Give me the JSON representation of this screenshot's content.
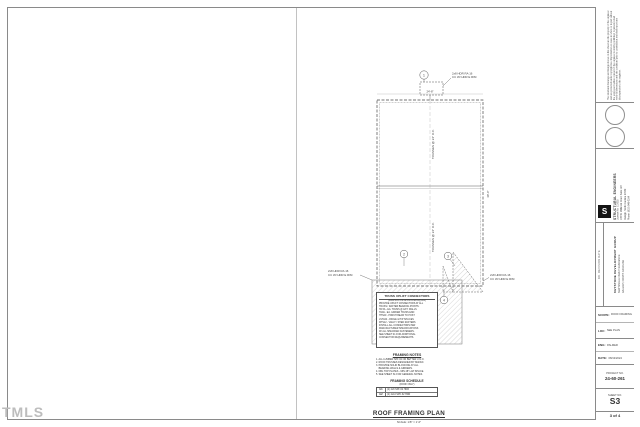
{
  "watermark": "TMLS",
  "drawing": {
    "markers": [
      "1",
      "2",
      "3",
      "4"
    ],
    "dims": {
      "top": "24'-8\"",
      "right": "38'-0\""
    },
    "labels": {
      "upper": "TRUSSES @ 24\" O.C.",
      "lower": "TRUSSES @ 24\" O.C."
    },
    "note_top": {
      "l1": "2x8 HDR RA 16",
      "l2": "CC W/ HDR E RIM"
    },
    "note_left": {
      "l1": "2x8 HDR RA 16",
      "l2": "CC W/ HDR E RIM"
    },
    "note_right": {
      "l1": "2x8 HDR RA 16",
      "l2": "CC W/ HDR E RIM"
    }
  },
  "notes": {
    "truss": {
      "title": "TRUSS UPLIFT CONNECTORS",
      "subtitle": "(SIMPSON OR APPROVED EQUAL)",
      "lines": [
        "PROVIDE UPLIFT CONNECTORS AT ALL",
        "TRUSS / RAFTER BEARING POINTS:",
        "H2.5A - EA. TRUSS @ EXT. WALLS",
        "H10A - EA. GIRDER TRUSS END",
        "HTS20 - PORCH BEAM TO POST",
        "LSTA24 - RIDGE & HIP SPLICES",
        "MTS12 - VAULT / SHED RAFTERS",
        "INSTALL ALL CONNECTORS PER",
        "MANUFACTURER SPECIFICATIONS",
        "W/ ALL SPECIFIED FASTENERS.",
        "SEE SHEET S1 FOR ADDITIONAL",
        "CONNECTOR REQUIREMENTS."
      ]
    },
    "framing": {
      "title": "FRAMING NOTES",
      "lines": [
        "1. ALL LUMBER SPF #2 OR BETTER U.N.O.",
        "2. ROOF TRUSSES DESIGNED BY MANUF.",
        "3. PROVIDE SOLID BLOCKING AT ALL",
        "    BEARING WALLS & GIRDERS.",
        "4. DBL TOP PLATES - MIN 48\" LAP SPLICE.",
        "5. SEE SHEET S1 FOR GENERAL NOTES."
      ]
    },
    "schedule": {
      "title": "FRAMING SCHEDULE",
      "subtitle": "(ROOF ONLY)",
      "rows": [
        {
          "mark": "H1",
          "desc": "(2) 2x8 SPF #2 HDR"
        },
        {
          "mark": "H2",
          "desc": "(2) 2x10 SPF #2 HDR"
        }
      ]
    },
    "plan_title": "ROOF FRAMING PLAN",
    "plan_scale": "SCALE: 1/8\" = 1'-0\""
  },
  "titleblock": {
    "disclaimer": "The structural drawings and design shown on this sheet are the property of the engineer and are protected under copyright law. Reproduction or reuse in whole or in part without the expressed written consent of the engineer is strictly prohibited. Contractor shall verify all dimensions and site conditions prior to construction and shall report any discrepancies to the engineer.",
    "firm": {
      "name": "STRUCTURAL ENGINEERS",
      "logo_letter": "S",
      "lines": [
        "License No. C-2035",
        "100 W. Millbrook Road, Suite 120",
        "Raleigh, North Carolina 27609",
        "Phone: (919) 846-0164"
      ]
    },
    "project": {
      "revisions": "NO.  REVISION  DATE",
      "client": "KEYSTONE DEVELOPMENT GROUP",
      "lines": [
        "NEW SINGLE FAMILY RESIDENCE",
        "RALEIGH, NORTH CAROLINA"
      ]
    },
    "scope": {
      "label": "SCOPE:",
      "value": "ROOF FRAMING"
    },
    "loc": {
      "label": "LOC:",
      "value": "SEE PLAN"
    },
    "eng": {
      "label": "ENG:",
      "value": "PALMER"
    },
    "date": {
      "label": "DATE:",
      "value": "08/13/2024"
    },
    "project_no": {
      "label": "PROJECT NO.",
      "value": "24-60-261"
    },
    "sheet": {
      "label": "SHEET NO.",
      "value": "S3",
      "of": "3 of 4"
    }
  }
}
